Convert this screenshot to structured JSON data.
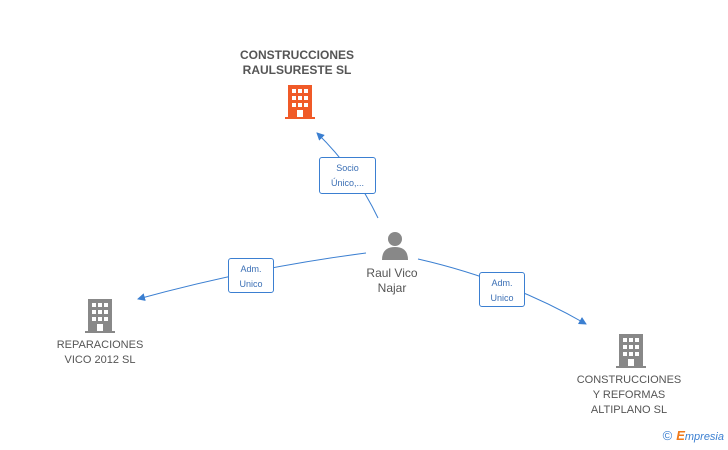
{
  "colors": {
    "edge": "#3b7fd1",
    "highlight_building": "#f05a28",
    "building": "#888888",
    "person": "#888888"
  },
  "nodes": {
    "center": {
      "name_lines": [
        "Raul Vico",
        "Najar"
      ],
      "icon": "person-icon"
    },
    "top": {
      "name_lines": [
        "CONSTRUCCIONES",
        "RAULSURESTE SL"
      ],
      "icon": "building-icon"
    },
    "left": {
      "name_lines": [
        "REPARACIONES",
        "VICO 2012 SL"
      ],
      "icon": "building-icon"
    },
    "right": {
      "name_lines": [
        "CONSTRUCCIONES",
        "Y REFORMAS",
        "ALTIPLANO SL"
      ],
      "icon": "building-icon"
    }
  },
  "edges": {
    "top": {
      "lines": [
        "Socio",
        "Único,..."
      ]
    },
    "left": {
      "lines": [
        "Adm.",
        "Unico"
      ]
    },
    "right": {
      "lines": [
        "Adm.",
        "Unico"
      ]
    }
  },
  "footer": {
    "copyright": "©",
    "brand_first": "E",
    "brand_rest": "mpresia"
  }
}
